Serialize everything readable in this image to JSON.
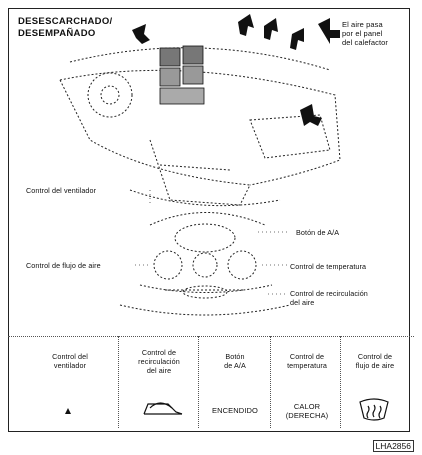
{
  "title_lines": [
    "DESESCARCHADO/",
    "DESEMPAÑADO"
  ],
  "airflow_note": [
    "El aire pasa",
    "por el panel",
    "del calefactor"
  ],
  "callouts": {
    "fan_control": "Control del ventilador",
    "air_flow_control": "Control de flujo de aire",
    "ac_button": "Botón de A/A",
    "temp_control": "Control de temperatura",
    "recirc_control": [
      "Control de recirculación",
      "del aire"
    ]
  },
  "table": {
    "headers": [
      [
        "Control del",
        "ventilador"
      ],
      [
        "Control de",
        "recirculación",
        "del aire"
      ],
      [
        "Botón",
        "de A/A"
      ],
      [
        "Control de",
        "temperatura"
      ],
      [
        "Control de",
        "flujo de aire"
      ]
    ],
    "settings": [
      {
        "icon": "fan-max-icon",
        "text": ""
      },
      {
        "icon": "recirculation-off-icon",
        "text": ""
      },
      {
        "icon": "",
        "text": "ENCENDIDO"
      },
      {
        "icon": "",
        "text": "CALOR (DERECHA)"
      },
      {
        "icon": "defrost-icon",
        "text": ""
      }
    ]
  },
  "reference": "LHA2856"
}
